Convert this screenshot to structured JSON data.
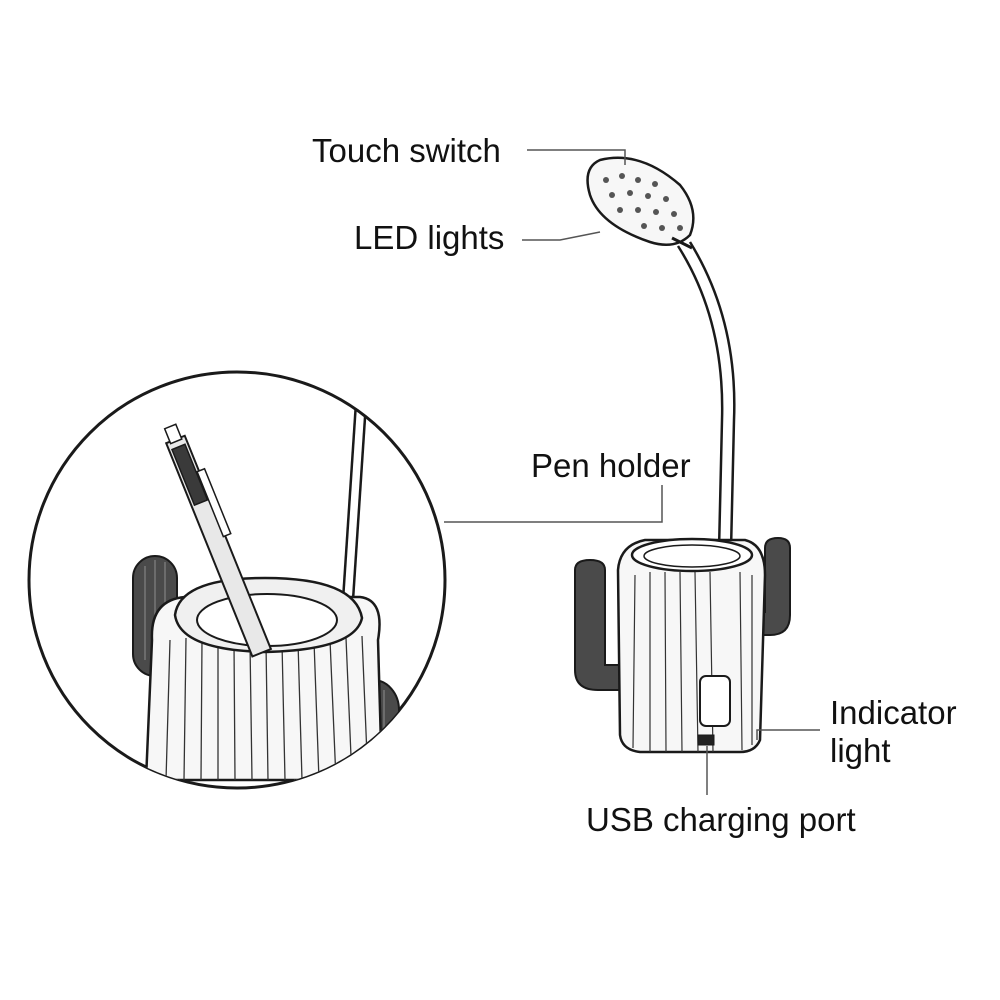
{
  "labels": {
    "touch_switch": "Touch switch",
    "led_lights": "LED lights",
    "pen_holder": "Pen holder",
    "indicator_light_line1": "Indicator",
    "indicator_light_line2": "light",
    "usb_charging_port": "USB charging port"
  },
  "colors": {
    "line": "#555555",
    "body_fill": "#f7f7f7",
    "arm_fill": "#4a4a4a",
    "outline": "#1a1a1a"
  }
}
